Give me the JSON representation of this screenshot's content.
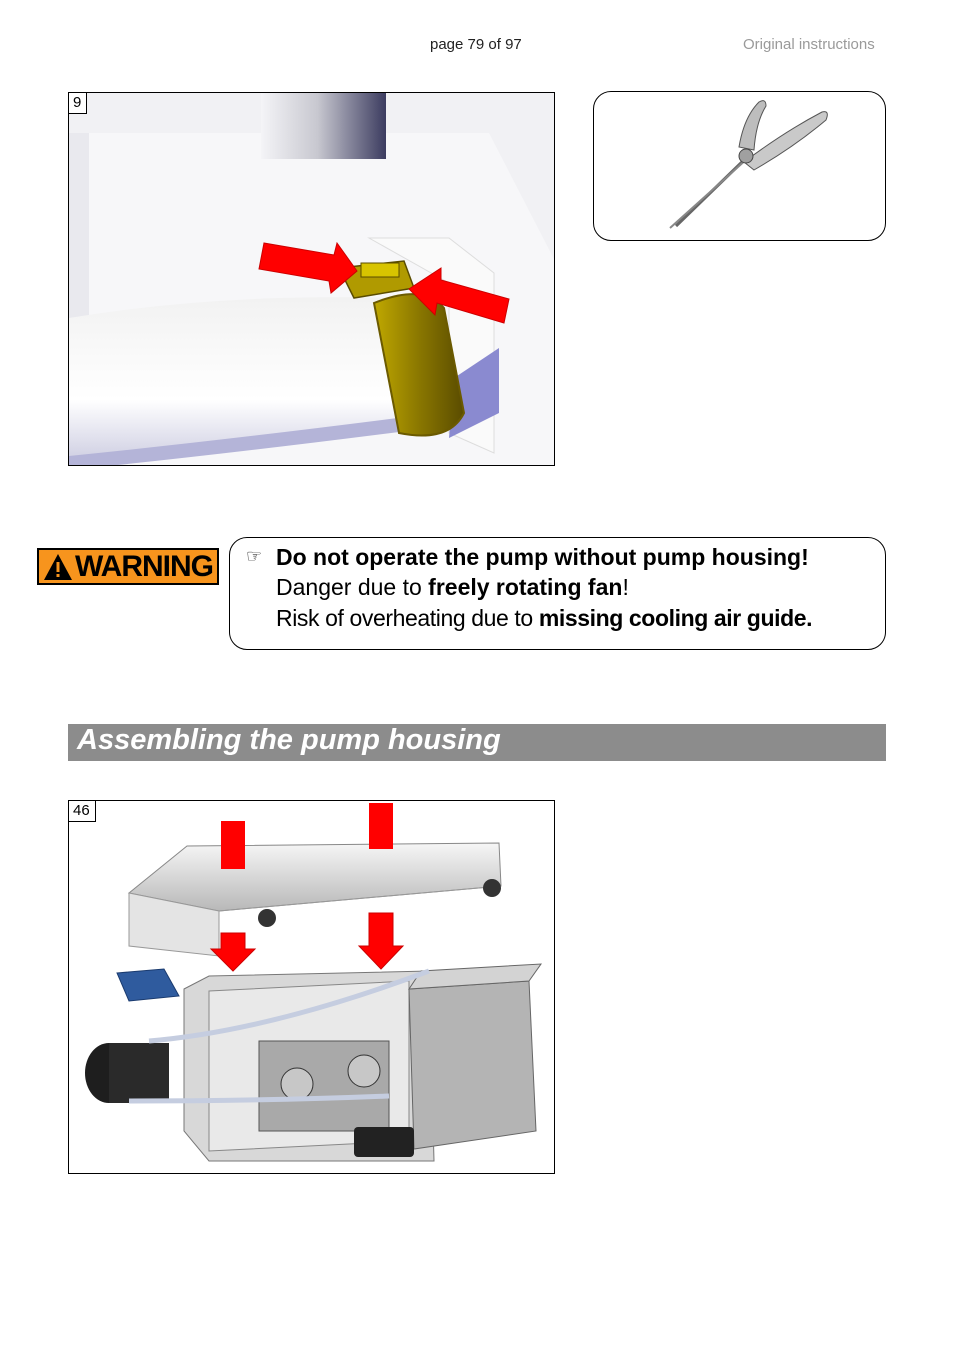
{
  "header": {
    "page_number": "page 79 of 97",
    "doc_type": "Original instructions"
  },
  "figures": {
    "fig9_number": "9",
    "fig46_number": "46"
  },
  "warning": {
    "label": "WARNING",
    "bullet_icon": "pointing-hand-icon",
    "line1": "Do not operate the pump without pump housing!",
    "line2_prefix": "Danger due to ",
    "line2_bold": "freely rotating fan",
    "line2_suffix": "!",
    "line3_prefix": "Risk of overheating due to ",
    "line3_bold": "missing cooling air guide."
  },
  "section": {
    "title": "Assembling the pump housing"
  },
  "colors": {
    "warning_orange": "#f7941d",
    "section_bar": "#8c8c8c",
    "arrow_red": "#ff0000",
    "clamp_olive": "#a08c00",
    "accent_blue": "#2f5b9e"
  }
}
